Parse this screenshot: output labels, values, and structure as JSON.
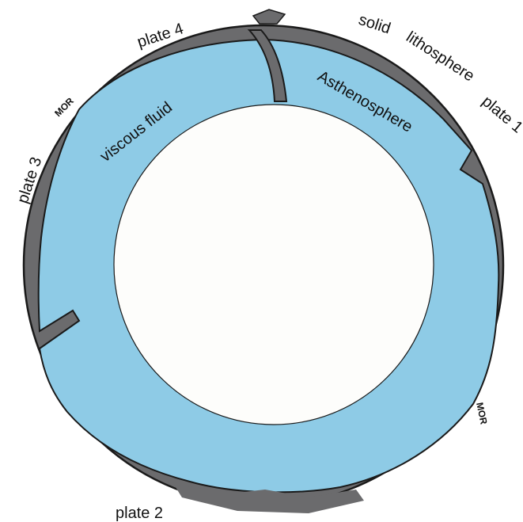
{
  "labels": {
    "plate_1": "plate 1",
    "plate_2": "plate 2",
    "plate_3": "plate 3",
    "plate_4": "plate 4",
    "solid": "solid",
    "lithosphere": "lithosphere",
    "asthenosphere": "Asthenosphere",
    "viscous_fluid": "viscous fluid",
    "mor_left": "MOR",
    "mor_right": "MOR"
  },
  "colors": {
    "lithosphere": "#6b6b6d",
    "asthenosphere": "#8ecbe6",
    "core": "#fdfdfb",
    "outline": "#1a1a1a"
  }
}
